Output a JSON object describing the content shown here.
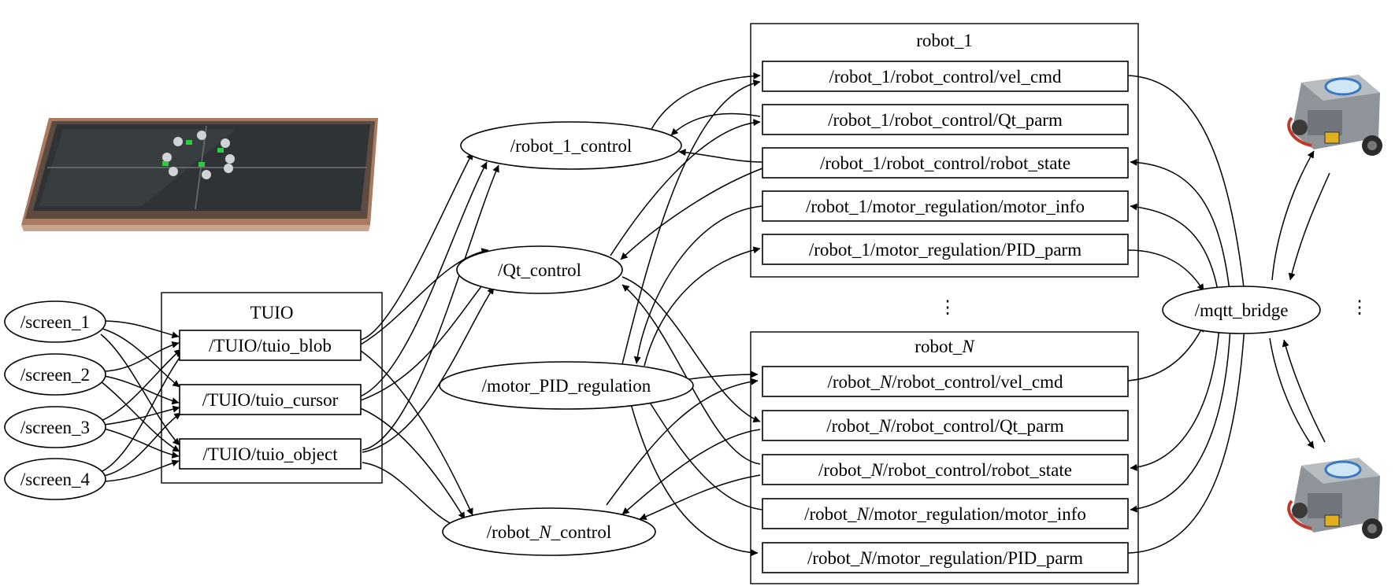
{
  "groups": {
    "tuio": "TUIO",
    "robot1": "robot_1",
    "robotN": [
      "robot_",
      "N"
    ]
  },
  "topics": {
    "tuio_blob": "/TUIO/tuio_blob",
    "tuio_cursor": "/TUIO/tuio_cursor",
    "tuio_object": "/TUIO/tuio_object",
    "r1_vel_cmd": "/robot_1/robot_control/vel_cmd",
    "r1_qt_parm": "/robot_1/robot_control/Qt_parm",
    "r1_robot_state": "/robot_1/robot_control/robot_state",
    "r1_motor_info": "/robot_1/motor_regulation/motor_info",
    "r1_pid_parm": "/robot_1/motor_regulation/PID_parm",
    "rN_vel_cmd": [
      "/robot_",
      "N",
      "/robot_control/vel_cmd"
    ],
    "rN_qt_parm": [
      "/robot_",
      "N",
      "/robot_control/Qt_parm"
    ],
    "rN_robot_state": [
      "/robot_",
      "N",
      "/robot_control/robot_state"
    ],
    "rN_motor_info": [
      "/robot_",
      "N",
      "/motor_regulation/motor_info"
    ],
    "rN_pid_parm": [
      "/robot_",
      "N",
      "/motor_regulation/PID_parm"
    ]
  },
  "nodes": {
    "screen_1": "/screen_1",
    "screen_2": "/screen_2",
    "screen_3": "/screen_3",
    "screen_4": "/screen_4",
    "robot_1_control": "/robot_1_control",
    "qt_control": "/Qt_control",
    "motor_pid": "/motor_PID_regulation",
    "robot_N_control": [
      "/robot_",
      "N",
      "_control"
    ],
    "mqtt_bridge": "/mqtt_bridge"
  },
  "ellipsis": "⋮",
  "images": {
    "table_photo": "touch table with robots",
    "robot_top": "robot",
    "robot_bottom": "robot"
  },
  "colors": {
    "ink": "#000000",
    "table_glass": "#2f3336",
    "table_frame": "#b8866a",
    "robot_body": "#9aa0a6",
    "robot_accent": "#e0b020"
  }
}
